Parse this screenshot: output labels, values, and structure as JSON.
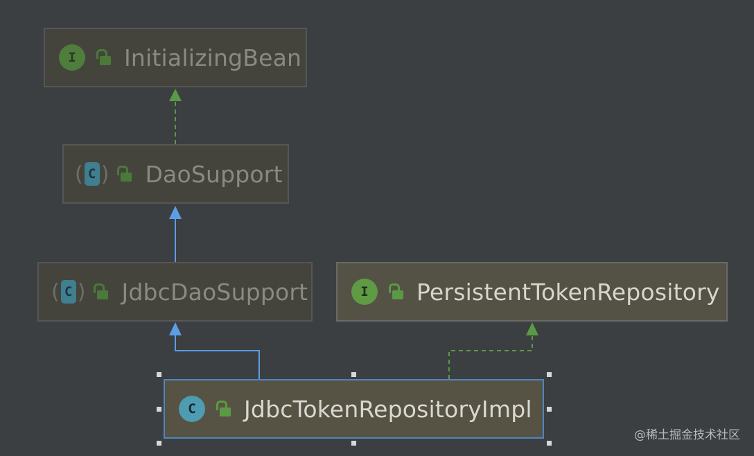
{
  "nodes": {
    "initializing_bean": {
      "label": "InitializingBean",
      "kind": "interface",
      "type_glyph": "I"
    },
    "dao_support": {
      "label": "DaoSupport",
      "kind": "abstract-class",
      "type_glyph": "C",
      "paren_open": "(",
      "paren_close": ")"
    },
    "jdbc_dao_support": {
      "label": "JdbcDaoSupport",
      "kind": "abstract-class",
      "type_glyph": "C",
      "paren_open": "(",
      "paren_close": ")"
    },
    "persistent_token_repository": {
      "label": "PersistentTokenRepository",
      "kind": "interface",
      "type_glyph": "I"
    },
    "jdbc_token_repository_impl": {
      "label": "JdbcTokenRepositoryImpl",
      "kind": "class",
      "type_glyph": "C",
      "selected": true
    }
  },
  "edges": [
    {
      "from": "dao_support",
      "to": "initializing_bean",
      "relation": "implements",
      "style": "dashed",
      "color": "#5b9a44"
    },
    {
      "from": "jdbc_dao_support",
      "to": "dao_support",
      "relation": "extends",
      "style": "solid",
      "color": "#5c9ee6"
    },
    {
      "from": "jdbc_token_repository_impl",
      "to": "jdbc_dao_support",
      "relation": "extends",
      "style": "solid",
      "color": "#5c9ee6"
    },
    {
      "from": "jdbc_token_repository_impl",
      "to": "persistent_token_repository",
      "relation": "implements",
      "style": "dashed",
      "color": "#5b9a44"
    }
  ],
  "icons": {
    "visibility": "unlocked-lock-icon"
  },
  "watermark": "@稀土掘金技术社区"
}
